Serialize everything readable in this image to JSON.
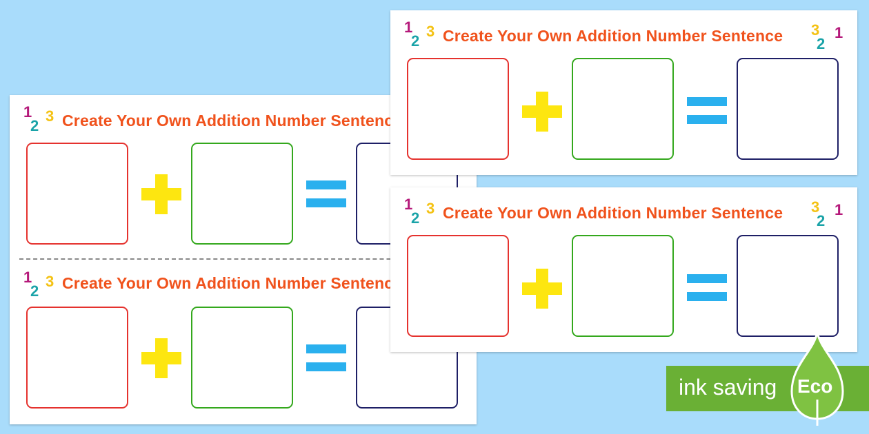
{
  "worksheet": {
    "title": "Create Your Own Addition Number Sentence",
    "digit_one": "1",
    "digit_two": "2",
    "digit_three": "3"
  },
  "eco_badge": {
    "label": "ink saving",
    "eco": "Eco"
  },
  "colors": {
    "background": "#a9dcfb",
    "title": "#f0521c",
    "box_red": "#e5322e",
    "box_green": "#34a81d",
    "box_navy": "#1e1f66",
    "plus": "#fde610",
    "equals": "#2ab0ee",
    "badge": "#6ab035"
  },
  "icons": [
    "plus-sign-icon",
    "equals-sign-icon",
    "eco-leaf-icon"
  ]
}
